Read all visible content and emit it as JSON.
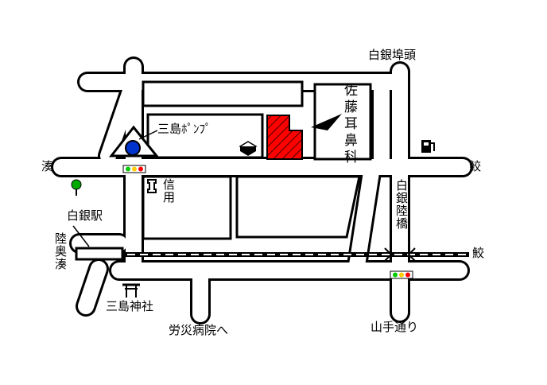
{
  "labels": {
    "pier_head": "白銀埠頭",
    "pump": "三島ﾎﾟﾝﾌﾟ",
    "clinic": "佐藤耳鼻科",
    "minato_left": "湊",
    "same_right": "鮫",
    "shinyou": "信用",
    "shirogane_bridge": "白銀陸橋",
    "shirogane_station": "白銀駅",
    "same_rail": "鮫",
    "mutsu_minato": "陸奥湊",
    "mishima_shrine": "三島神社",
    "rousai_hospital": "労災病院へ",
    "yamate_street": "山手通り"
  },
  "colors": {
    "road_fill": "#ffffff",
    "road_outline": "#000000",
    "clinic_fill": "#ff0000",
    "pump_fill": "#0033cc",
    "tree_fill": "#00aa00",
    "signal_red": "#ff0000",
    "signal_yellow": "#ffcc00",
    "signal_green": "#00cc00"
  },
  "icons": [
    "traffic-signal-icon",
    "pump-icon",
    "bank-icon",
    "shrine-torii-icon",
    "tree-icon",
    "gas-station-icon",
    "building-icon",
    "arrow-icon"
  ]
}
